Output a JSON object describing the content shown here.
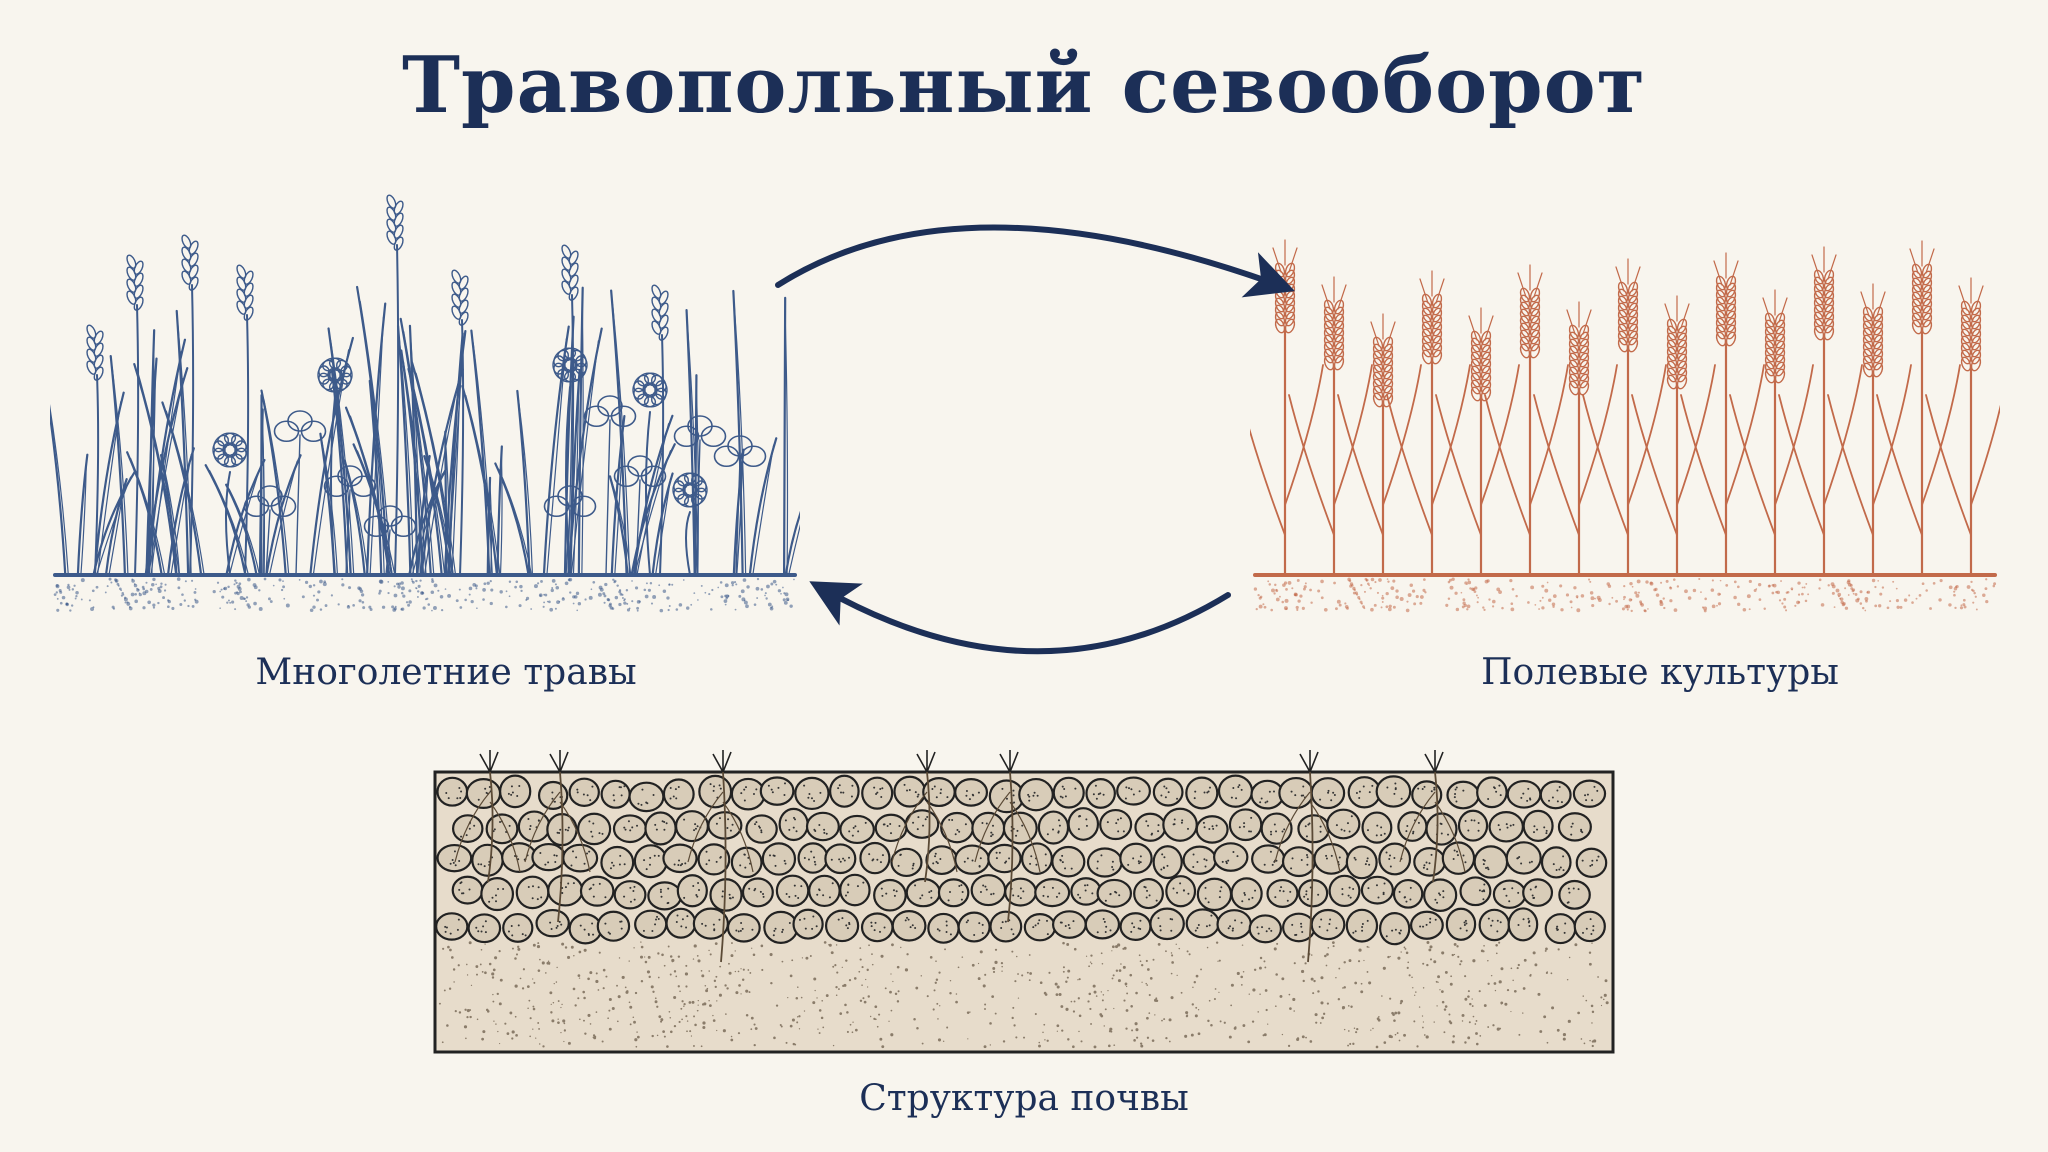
{
  "diagram": {
    "title": "Травопольный севооборот",
    "nodes": [
      {
        "id": "perennial-grasses",
        "label": "Многолетние травы"
      },
      {
        "id": "field-crops",
        "label": "Полевые культуры"
      },
      {
        "id": "soil-structure",
        "label": "Структура почвы"
      }
    ],
    "edges": [
      {
        "from": "perennial-grasses",
        "to": "field-crops"
      },
      {
        "from": "field-crops",
        "to": "perennial-grasses"
      }
    ]
  },
  "colors": {
    "background": "#f8f5ee",
    "title": "#1c2f57",
    "grass_ink": "#3d5a8a",
    "crop_ink": "#c26a4a",
    "soil_ink": "#222222",
    "soil_fill": "#e7dccb",
    "arrow": "#1c2f57"
  }
}
